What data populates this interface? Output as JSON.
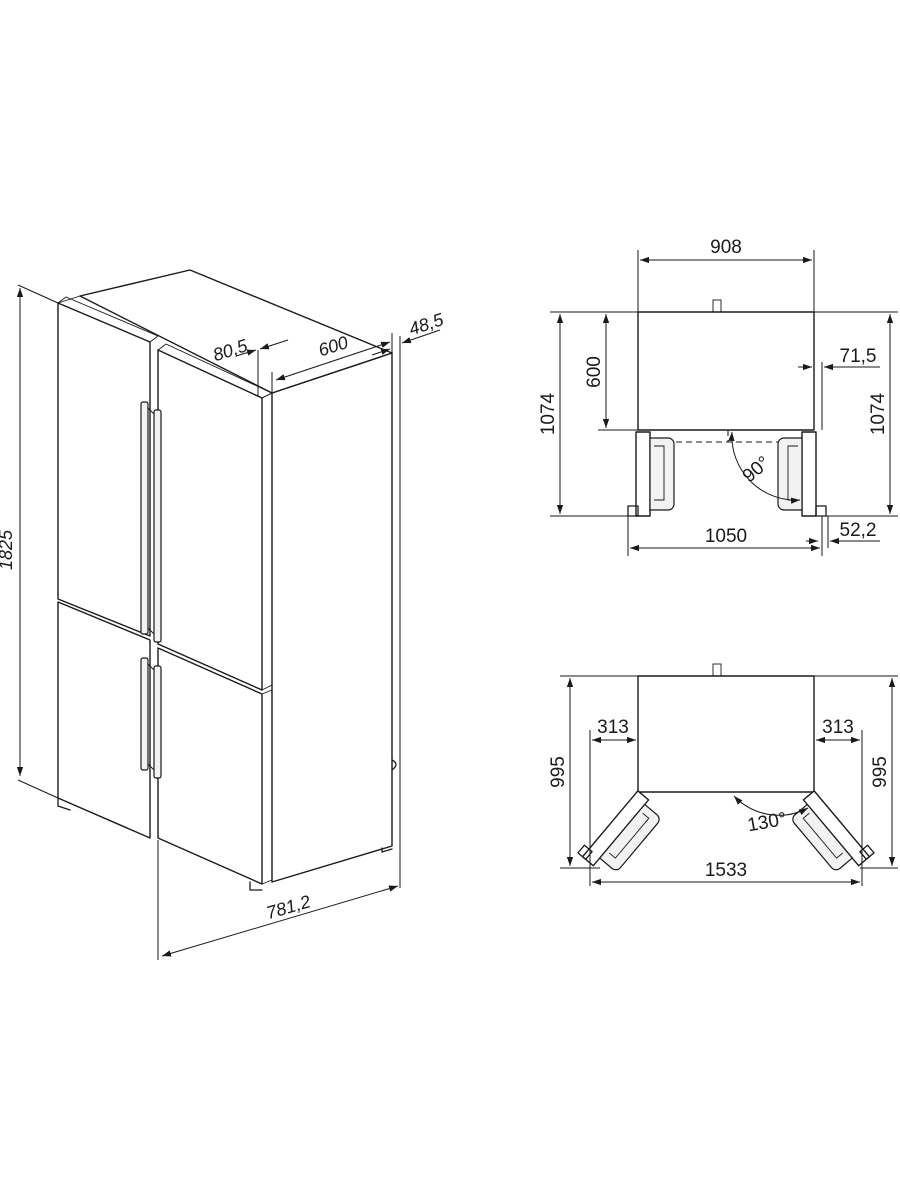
{
  "perspective_view": {
    "height": "1825",
    "depth_top": "600",
    "handle_offset": "80,5",
    "door_offset": "48,5",
    "width_front": "781,2"
  },
  "top_view_90": {
    "width_top": "908",
    "cabinet_depth": "600",
    "total_depth_left": "1074",
    "total_depth_right": "1074",
    "side_offset": "71,5",
    "open_width": "1050",
    "door_protrusion": "52,2",
    "angle": "90°"
  },
  "top_view_130": {
    "depth_left": "995",
    "depth_right": "995",
    "clearance_left": "313",
    "clearance_right": "313",
    "open_width": "1533",
    "angle": "130°"
  }
}
